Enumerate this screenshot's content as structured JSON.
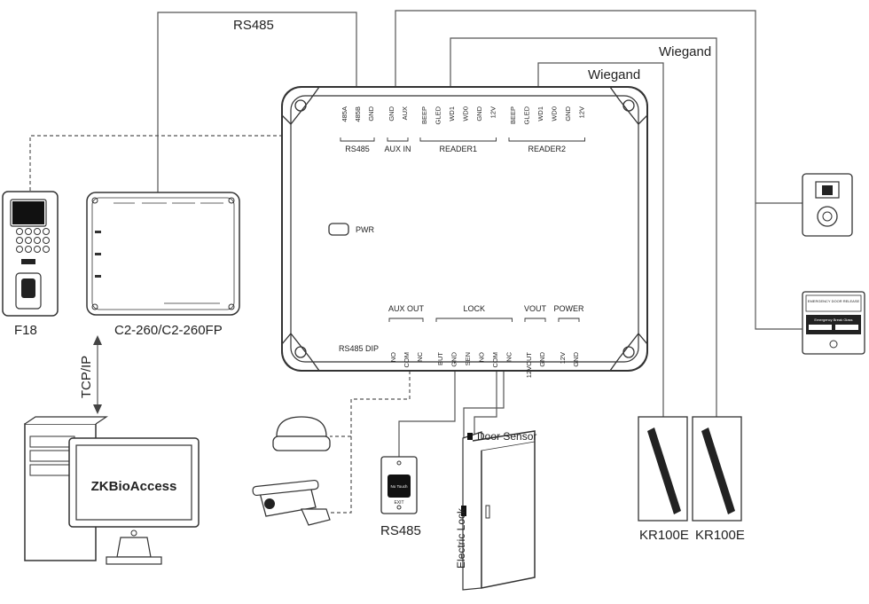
{
  "labels": {
    "rs485_top": "RS485",
    "wiegand_1": "Wiegand",
    "wiegand_2": "Wiegand",
    "f18": "F18",
    "controller": "C2-260/C2-260FP",
    "tcpip": "TCP/IP",
    "software": "ZKBioAccess",
    "rs485_bottom": "RS485",
    "door_sensor": "Door Sensor",
    "electric_lock": "Electric Lock",
    "reader_a": "KR100E",
    "reader_b": "KR100E",
    "pwr": "PWR",
    "rs485_dip": "RS485 DIP",
    "exit": "EXIT",
    "exit_button_text": "No Touch",
    "emergency": "EMERGENCY DOOR RELEASE",
    "emergency_sub": "Emergency Break Glass"
  },
  "top_groups": [
    {
      "name": "RS485",
      "pins": [
        "485A",
        "485B",
        "GND"
      ]
    },
    {
      "name": "AUX IN",
      "pins": [
        "GND",
        "AUX"
      ]
    },
    {
      "name": "READER1",
      "pins": [
        "BEEP",
        "GLED",
        "WD1",
        "WD0",
        "GND",
        "12V"
      ]
    },
    {
      "name": "READER2",
      "pins": [
        "BEEP",
        "GLED",
        "WD1",
        "WD0",
        "GND",
        "12V"
      ]
    }
  ],
  "bottom_groups": [
    {
      "name": "AUX OUT",
      "pins": [
        "NO",
        "COM",
        "NC"
      ]
    },
    {
      "name": "LOCK",
      "pins": [
        "BUT",
        "GND",
        "SEN",
        "NO",
        "COM",
        "NC"
      ]
    },
    {
      "name": "VOUT",
      "pins": [
        "12VOUT",
        "GND"
      ]
    },
    {
      "name": "POWER",
      "pins": [
        "12V",
        "GND"
      ]
    }
  ]
}
